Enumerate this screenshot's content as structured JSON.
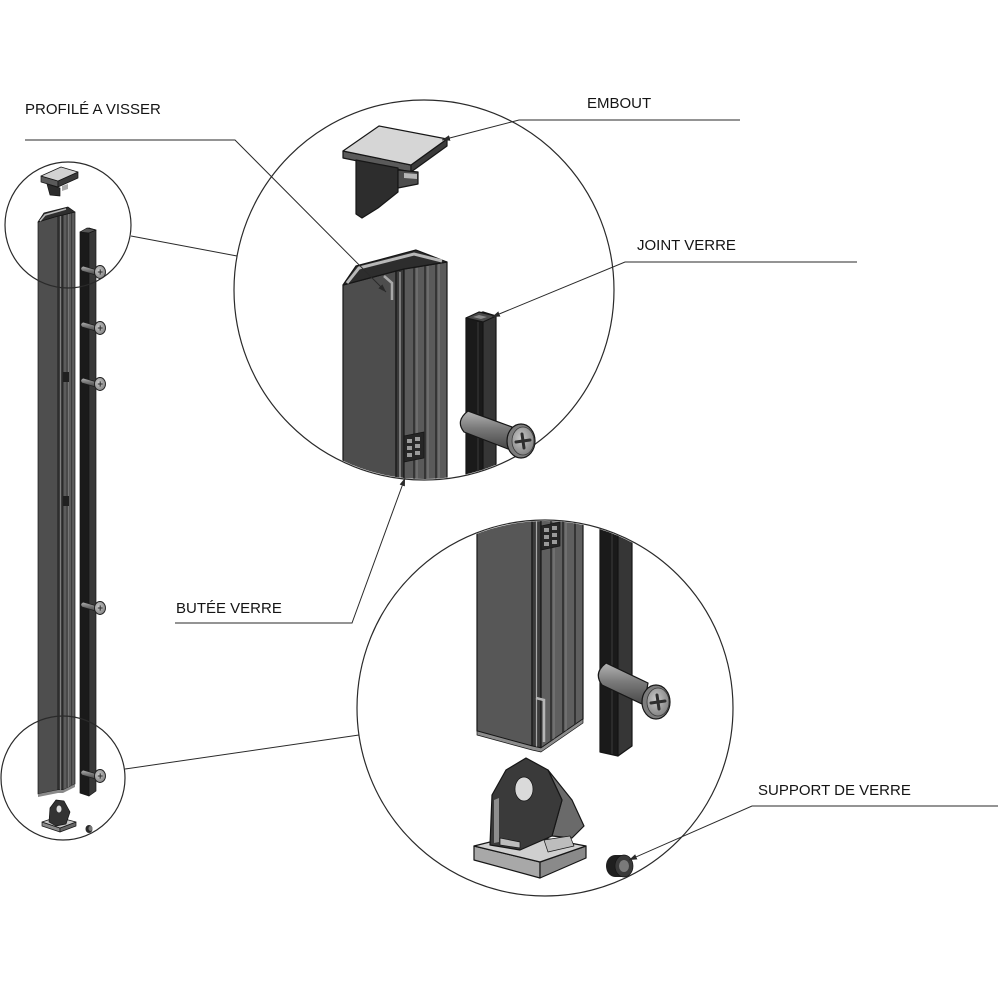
{
  "labels": {
    "profile": "PROFILÉ A VISSER",
    "end_cap": "EMBOUT",
    "glass_joint": "JOINT VERRE",
    "glass_stop": "BUTÉE VERRE",
    "glass_support": "SUPPORT DE VERRE"
  },
  "colors": {
    "background": "#ffffff",
    "line": "#2a2a2a",
    "profile": "#505050",
    "joint": "#1a1a1a",
    "cap_top": "#d6d6d6",
    "screw": "#8a8a8a"
  }
}
